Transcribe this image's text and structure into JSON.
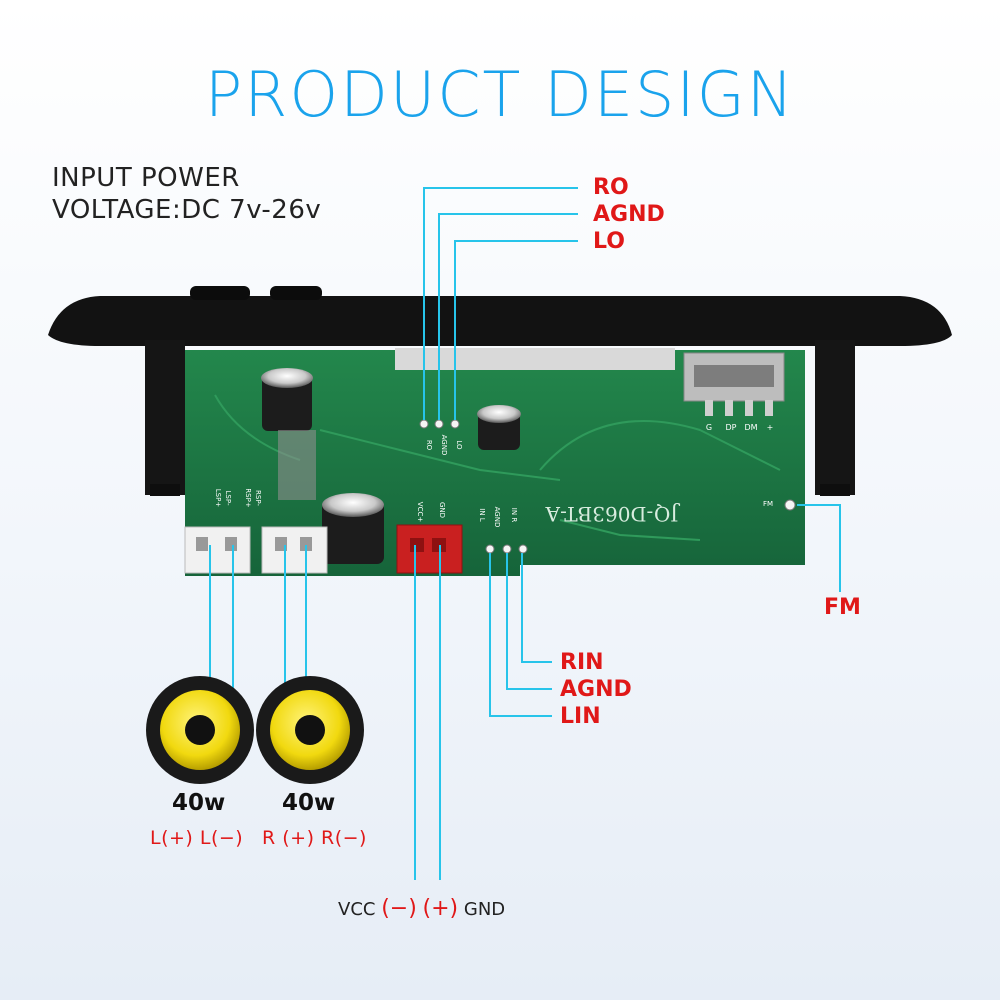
{
  "title": "PRODUCT DESIGN",
  "power": {
    "line1": "INPUT POWER",
    "line2": "VOLTAGE:DC 7v-26v"
  },
  "board": {
    "model": "JQ-D063BT-A",
    "pins_top": [
      "RO",
      "AGND",
      "LO"
    ],
    "pins_usb": [
      "G",
      "DP",
      "DM",
      "+"
    ],
    "pins_spk": [
      "LSP-",
      "LSP+",
      "RSP-",
      "RSP+"
    ],
    "pins_pwr": [
      "VCC+",
      "GND"
    ],
    "pins_in": [
      "IN L",
      "AGND",
      "IN R"
    ],
    "fm": "FM"
  },
  "labels": {
    "ro": "RO",
    "agnd_top": "AGND",
    "lo": "LO",
    "rin": "RIN",
    "agnd_bot": "AGND",
    "lin": "LIN",
    "fm": "FM"
  },
  "speakers": [
    {
      "power": "40w",
      "polarity": "L(+) L(−)"
    },
    {
      "power": "40w",
      "polarity": "R (+) R(−)"
    }
  ],
  "supply": {
    "vcc": "VCC",
    "neg": "(−)",
    "pos": "(+)",
    "gnd": "GND"
  },
  "colors": {
    "title": "#1aa3ec",
    "accent_red": "#e01818",
    "wire": "#27c4ea",
    "pcb": "#1f7a45"
  }
}
